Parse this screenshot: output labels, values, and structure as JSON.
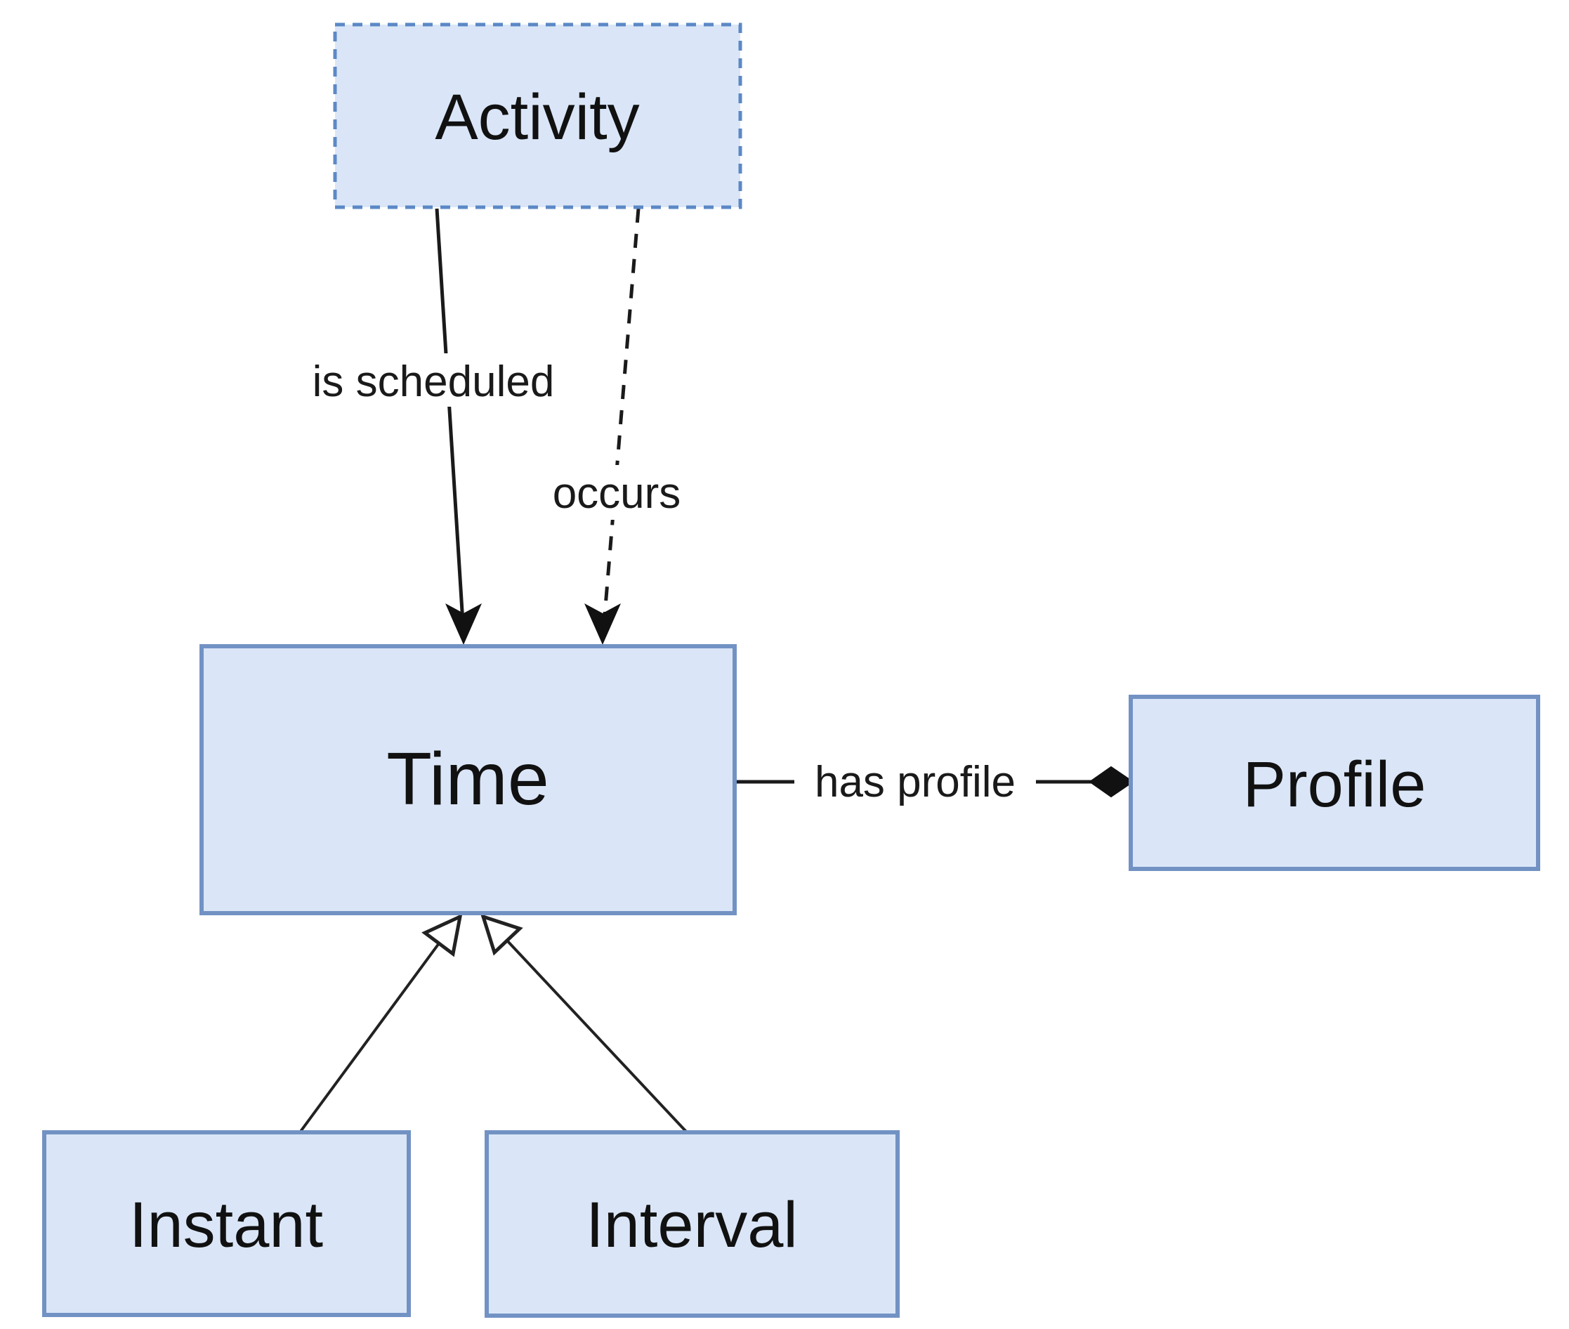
{
  "diagram": {
    "nodes": {
      "activity": {
        "label": "Activity",
        "border": "dashed"
      },
      "time": {
        "label": "Time",
        "border": "solid"
      },
      "profile": {
        "label": "Profile",
        "border": "solid"
      },
      "instant": {
        "label": "Instant",
        "border": "solid"
      },
      "interval": {
        "label": "Interval",
        "border": "solid"
      }
    },
    "edges": {
      "is_scheduled": {
        "label": "is scheduled",
        "from": "Activity",
        "to": "Time",
        "line": "solid",
        "arrowhead": "filled-arrow"
      },
      "occurs": {
        "label": "occurs",
        "from": "Activity",
        "to": "Time",
        "line": "dashed",
        "arrowhead": "filled-arrow"
      },
      "has_profile": {
        "label": "has profile",
        "from": "Time",
        "to": "Profile",
        "line": "solid",
        "arrowhead": "filled-diamond"
      },
      "instant_gen": {
        "from": "Instant",
        "to": "Time",
        "line": "solid",
        "arrowhead": "hollow-triangle"
      },
      "interval_gen": {
        "from": "Interval",
        "to": "Time",
        "line": "solid",
        "arrowhead": "hollow-triangle"
      }
    },
    "colors": {
      "node_fill": "#dae6f7",
      "node_border": "#7292c4",
      "dashed_border": "#5c88c5",
      "edge_line": "#1a1a1a",
      "text": "#111111",
      "background": "#ffffff"
    }
  }
}
